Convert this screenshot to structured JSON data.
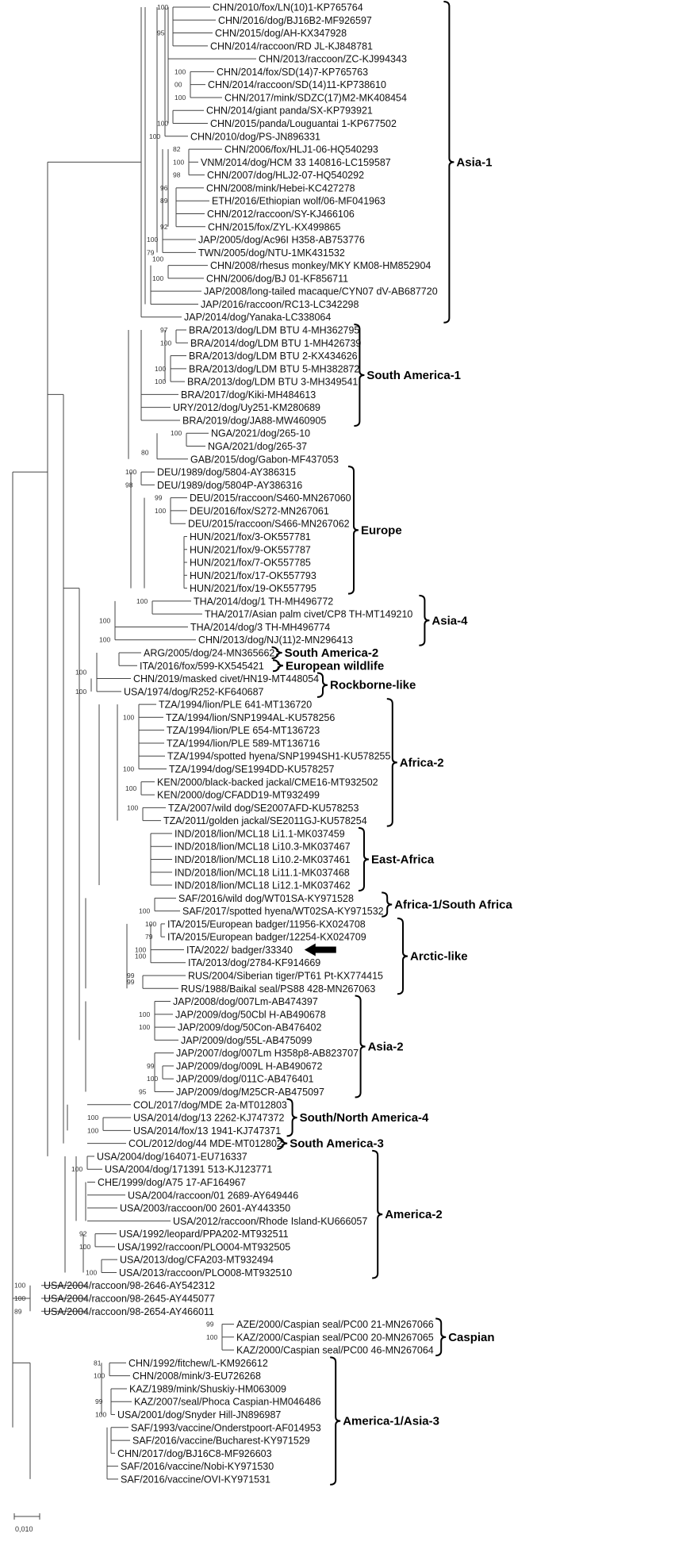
{
  "leaves": [
    "CHN/2010/fox/LN(10)1-KP765764",
    "CHN/2016/dog/BJ16B2-MF926597",
    "CHN/2015/dog/AH-KX347928",
    "CHN/2014/raccoon/RD JL-KJ848781",
    "CHN/2013/raccoon/ZC-KJ994343",
    "CHN/2014/fox/SD(14)7-KP765763",
    "CHN/2014/raccoon/SD(14)11-KP738610",
    "CHN/2017/mink/SDZC(17)M2-MK408454",
    "CHN/2014/giant panda/SX-KP793921",
    "CHN/2015/panda/Louguantai 1-KP677502",
    "CHN/2010/dog/PS-JN896331",
    "CHN/2006/fox/HLJ1-06-HQ540293",
    "VNM/2014/dog/HCM 33 140816-LC159587",
    "CHN/2007/dog/HLJ2-07-HQ540292",
    "CHN/2008/mink/Hebei-KC427278",
    "ETH/2016/Ethiopian wolf/06-MF041963",
    "CHN/2012/raccoon/SY-KJ466106",
    "CHN/2015/fox/ZYL-KX499865",
    "JAP/2005/dog/Ac96I H358-AB753776",
    "TWN/2005/dog/NTU-1MK431532",
    "CHN/2008/rhesus monkey/MKY KM08-HM852904",
    "CHN/2006/dog/BJ 01-KF856711",
    "JAP/2008/long-tailed macaque/CYN07 dV-AB687720",
    "JAP/2016/raccoon/RC13-LC342298",
    "JAP/2014/dog/Yanaka-LC338064",
    "BRA/2013/dog/LDM BTU 4-MH362795",
    "BRA/2014/dog/LDM BTU 1-MH426739",
    "BRA/2013/dog/LDM BTU 2-KX434626",
    "BRA/2013/dog/LDM BTU 5-MH382872",
    "BRA/2013/dog/LDM BTU 3-MH349541",
    "BRA/2017/dog/Kiki-MH484613",
    "URY/2012/dog/Uy251-KM280689",
    "BRA/2019/dog/JA88-MW460905",
    "NGA/2021/dog/265-10",
    "NGA/2021/dog/265-37",
    "GAB/2015/dog/Gabon-MF437053",
    "DEU/1989/dog/5804-AY386315",
    "DEU/1989/dog/5804P-AY386316",
    "DEU/2015/raccoon/S460-MN267060",
    "DEU/2016/fox/S272-MN267061",
    "DEU/2015/raccoon/S466-MN267062",
    "HUN/2021/fox/3-OK557781",
    "HUN/2021/fox/9-OK557787",
    "HUN/2021/fox/7-OK557785",
    "HUN/2021/fox/17-OK557793",
    "HUN/2021/fox/19-OK557795",
    "THA/2014/dog/1 TH-MH496772",
    "THA/2017/Asian palm civet/CP8 TH-MT149210",
    "THA/2014/dog/3 TH-MH496774",
    "CHN/2013/dog/NJ(11)2-MN296413",
    "ARG/2005/dog/24-MN365662",
    "ITA/2016/fox/599-KX545421",
    "CHN/2019/masked civet/HN19-MT448054",
    "USA/1974/dog/R252-KF640687",
    "TZA/1994/lion/PLE 641-MT136720",
    "TZA/1994/lion/SNP1994AL-KU578256",
    "TZA/1994/lion/PLE 654-MT136723",
    "TZA/1994/lion/PLE 589-MT136716",
    "TZA/1994/spotted hyena/SNP1994SH1-KU578255",
    "TZA/1994/dog/SE1994DD-KU578257",
    "KEN/2000/black-backed jackal/CME16-MT932502",
    "KEN/2000/dog/CFADD19-MT932499",
    "TZA/2007/wild dog/SE2007AFD-KU578253",
    "TZA/2011/golden jackal/SE2011GJ-KU578254",
    "IND/2018/lion/MCL18 Li1.1-MK037459",
    "IND/2018/lion/MCL18 Li10.3-MK037467",
    "IND/2018/lion/MCL18 Li10.2-MK037461",
    "IND/2018/lion/MCL18 Li11.1-MK037468",
    "IND/2018/lion/MCL18 Li12.1-MK037462",
    "SAF/2016/wild dog/WT01SA-KY971528",
    "SAF/2017/spotted hyena/WT02SA-KY971532",
    "ITA/2015/European badger/11956-KX024708",
    "ITA/2015/European badger/12254-KX024709",
    "ITA/2022/ badger/33340",
    "ITA/2013/dog/2784-KF914669",
    "RUS/2004/Siberian tiger/PT61 Pt-KX774415",
    "RUS/1988/Baikal seal/PS88 428-MN267063",
    "JAP/2008/dog/007Lm-AB474397",
    "JAP/2009/dog/50Cbl H-AB490678",
    "JAP/2009/dog/50Con-AB476402",
    "JAP/2009/dog/55L-AB475099",
    "JAP/2007/dog/007Lm H358p8-AB823707",
    "JAP/2009/dog/009L H-AB490672",
    "JAP/2009/dog/011C-AB476401",
    "JAP/2009/dog/M25CR-AB475097",
    "COL/2017/dog/MDE 2a-MT012803",
    "USA/2014/dog/13 2262-KJ747372",
    "USA/2014/fox/13 1941-KJ747371",
    "COL/2012/dog/44 MDE-MT012802",
    "USA/2004/dog/164071-EU716337",
    "USA/2004/dog/171391 513-KJ123771",
    "CHE/1999/dog/A75 17-AF164967",
    "USA/2004/raccoon/01 2689-AY649446",
    "USA/2003/raccoon/00 2601-AY443350",
    "USA/2012/raccoon/Rhode Island-KU666057",
    "USA/1992/leopard/PPA202-MT932511",
    "USA/1992/raccoon/PLO004-MT932505",
    "USA/2013/dog/CFA203-MT932494",
    "USA/2013/raccoon/PLO008-MT932510",
    "USA/2004/raccoon/98-2646-AY542312",
    "USA/2004/raccoon/98-2645-AY445077",
    "USA/2004/raccoon/98-2654-AY466011",
    "AZE/2000/Caspian seal/PC00 21-MN267066",
    "KAZ/2000/Caspian seal/PC00 20-MN267065",
    "KAZ/2000/Caspian seal/PC00 46-MN267064",
    "CHN/1992/fitchew/L-KM926612",
    "CHN/2008/mink/3-EU726268",
    "KAZ/1989/mink/Shuskiy-HM063009",
    "KAZ/2007/seal/Phoca Caspian-HM046486",
    "USA/2001/dog/Snyder Hill-JN896987",
    "SAF/1993/vaccine/Onderstpoort-AF014953",
    "SAF/2016/vaccine/Bucharest-KY971529",
    "CHN/2017/dog/BJ16C8-MF926603",
    "SAF/2016/vaccine/Nobi-KY971530",
    "SAF/2016/vaccine/OVI-KY971531"
  ],
  "clades": [
    {
      "name": "Asia-1",
      "from": 0,
      "to": 24
    },
    {
      "name": "South America-1",
      "from": 25,
      "to": 32
    },
    {
      "name": "Europe",
      "from": 36,
      "to": 45
    },
    {
      "name": "Asia-4",
      "from": 46,
      "to": 49
    },
    {
      "name": "South America-2",
      "from": 50,
      "to": 50
    },
    {
      "name": "European wildlife",
      "from": 51,
      "to": 51
    },
    {
      "name": "Rockborne-like",
      "from": 52,
      "to": 53
    },
    {
      "name": "Africa-2",
      "from": 54,
      "to": 63
    },
    {
      "name": "East-Africa",
      "from": 64,
      "to": 68
    },
    {
      "name": "Africa-1/South Africa",
      "from": 69,
      "to": 70
    },
    {
      "name": "Arctic-like",
      "from": 71,
      "to": 76
    },
    {
      "name": "Asia-2",
      "from": 77,
      "to": 84
    },
    {
      "name": "South/North America-4",
      "from": 85,
      "to": 87
    },
    {
      "name": "South America-3",
      "from": 88,
      "to": 88
    },
    {
      "name": "America-2",
      "from": 89,
      "to": 98
    },
    {
      "name": "Caspian",
      "from": 102,
      "to": 104
    },
    {
      "name": "America-1/Asia-3",
      "from": 105,
      "to": 114
    }
  ],
  "arrow_leaf": 73,
  "bootstrap": [
    {
      "label": "100",
      "leaf": 0
    },
    {
      "label": "95",
      "leaf": 2
    },
    {
      "label": "100",
      "leaf": 5
    },
    {
      "label": "00",
      "leaf": 6
    },
    {
      "label": "100",
      "leaf": 7
    },
    {
      "label": "100",
      "leaf": 9
    },
    {
      "label": "100",
      "leaf": 10
    },
    {
      "label": "82",
      "leaf": 11
    },
    {
      "label": "100",
      "leaf": 12
    },
    {
      "label": "98",
      "leaf": 13
    },
    {
      "label": "96",
      "leaf": 14
    },
    {
      "label": "89",
      "leaf": 15
    },
    {
      "label": "92",
      "leaf": 17
    },
    {
      "label": "100",
      "leaf": 18
    },
    {
      "label": "79",
      "leaf": 19
    },
    {
      "label": "100",
      "leaf": 19.5
    },
    {
      "label": "100",
      "leaf": 21
    },
    {
      "label": "97",
      "leaf": 25
    },
    {
      "label": "100",
      "leaf": 26
    },
    {
      "label": "100",
      "leaf": 28
    },
    {
      "label": "100",
      "leaf": 29
    },
    {
      "label": "100",
      "leaf": 33
    },
    {
      "label": "80",
      "leaf": 34.5
    },
    {
      "label": "100",
      "leaf": 36
    },
    {
      "label": "98",
      "leaf": 37
    },
    {
      "label": "99",
      "leaf": 38
    },
    {
      "label": "100",
      "leaf": 39
    },
    {
      "label": "100",
      "leaf": 46
    },
    {
      "label": "100",
      "leaf": 47.5
    },
    {
      "label": "100",
      "leaf": 49
    },
    {
      "label": "100",
      "leaf": 51.5
    },
    {
      "label": "100",
      "leaf": 53
    },
    {
      "label": "100",
      "leaf": 55
    },
    {
      "label": "100",
      "leaf": 60.5
    },
    {
      "label": "100",
      "leaf": 62
    },
    {
      "label": "100",
      "leaf": 70
    },
    {
      "label": "100",
      "leaf": 71
    },
    {
      "label": "79",
      "leaf": 72
    },
    {
      "label": "100",
      "leaf": 73
    },
    {
      "label": "99",
      "leaf": 75
    },
    {
      "label": "100",
      "leaf": 78
    },
    {
      "label": "100",
      "leaf": 79
    },
    {
      "label": "99",
      "leaf": 82
    },
    {
      "label": "100",
      "leaf": 83
    },
    {
      "label": "95",
      "leaf": 84
    },
    {
      "label": "100",
      "leaf": 86
    },
    {
      "label": "100",
      "leaf": 87
    },
    {
      "label": "100",
      "leaf": 90
    },
    {
      "label": "92",
      "leaf": 95
    },
    {
      "label": "100",
      "leaf": 96
    },
    {
      "label": "100",
      "leaf": 98
    },
    {
      "label": "100",
      "leaf": 99
    },
    {
      "label": "100",
      "leaf": 100
    },
    {
      "label": "89",
      "leaf": 101
    },
    {
      "label": "99",
      "leaf": 102
    },
    {
      "label": "100",
      "leaf": 103
    },
    {
      "label": "81",
      "leaf": 105
    },
    {
      "label": "100",
      "leaf": 106
    },
    {
      "label": "99",
      "leaf": 108
    },
    {
      "label": "100",
      "leaf": 109
    },
    {
      "label": "100",
      "leaf": 73.5
    },
    {
      "label": "99",
      "leaf": 75.5
    },
    {
      "label": "100",
      "leaf": 59
    }
  ],
  "scale_label": "0,010"
}
